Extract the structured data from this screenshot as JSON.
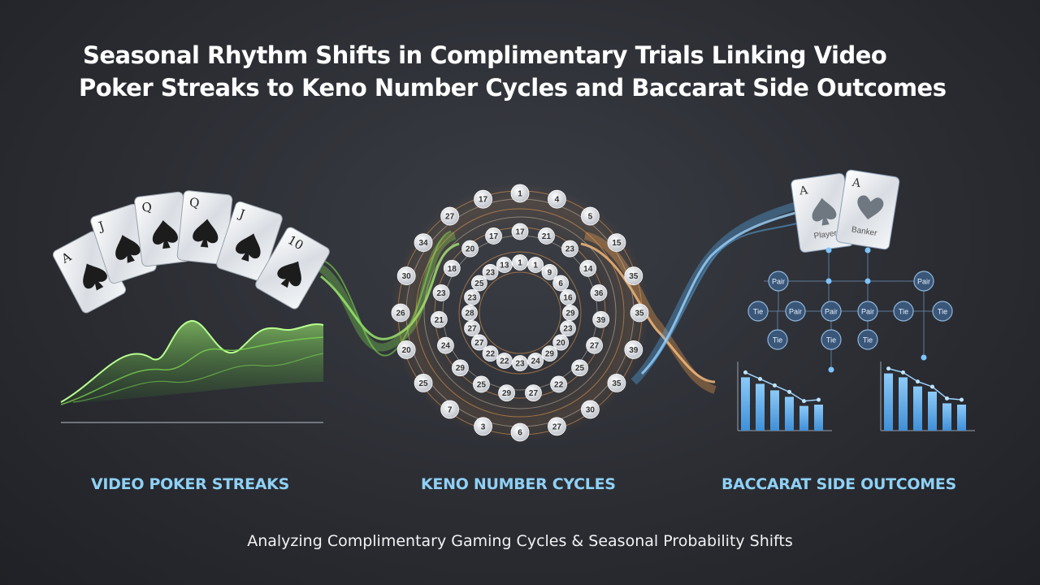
{
  "title": {
    "line1": "Seasonal Rhythm Shifts in Complimentary Trials Linking Video",
    "line2": "Poker Streaks to Keno Number Cycles and Baccarat Side Outcomes"
  },
  "sections": {
    "video_poker": "VIDEO POKER STREAKS",
    "keno": "KENO NUMBER CYCLES",
    "baccarat": "BACCARAT SIDE OUTCOMES"
  },
  "subtitle": "Analyzing Complimentary Gaming Cycles & Seasonal Probability Shifts",
  "poker_cards": [
    "A",
    "J",
    "Q",
    "Q",
    "J",
    "10"
  ],
  "keno_rings": {
    "outer": [
      "1",
      "4",
      "5",
      "15",
      "35",
      "35",
      "39",
      "35",
      "30",
      "27",
      "6",
      "3",
      "7",
      "25",
      "20",
      "26",
      "30",
      "34",
      "27",
      "17"
    ],
    "middle": [
      "17",
      "21",
      "23",
      "14",
      "36",
      "39",
      "27",
      "25",
      "22",
      "27",
      "29",
      "25",
      "29",
      "24",
      "21",
      "23",
      "18",
      "20",
      "17"
    ],
    "inner": [
      "1",
      "1",
      "9",
      "6",
      "16",
      "29",
      "23",
      "20",
      "29",
      "24",
      "23",
      "22",
      "22",
      "27",
      "27",
      "28",
      "23",
      "25",
      "23",
      "13"
    ]
  },
  "baccarat": {
    "cards": [
      {
        "rank": "A",
        "suit": "spade",
        "label": "Player"
      },
      {
        "rank": "A",
        "suit": "heart",
        "label": "Banker"
      }
    ],
    "tree_nodes": [
      "Pair",
      "Pair",
      "Tie",
      "Pair",
      "Pair",
      "Pair",
      "Tie",
      "Tie",
      "Tie",
      "Tie",
      "Tie"
    ],
    "bars_left": [
      0.82,
      0.72,
      0.62,
      0.52,
      0.38,
      0.4
    ],
    "bars_right": [
      0.88,
      0.82,
      0.68,
      0.6,
      0.42,
      0.4
    ]
  },
  "colors": {
    "green": "#7cd650",
    "orange": "#f0a050",
    "blue": "#5ab0f0",
    "label": "#8fd0f5"
  }
}
